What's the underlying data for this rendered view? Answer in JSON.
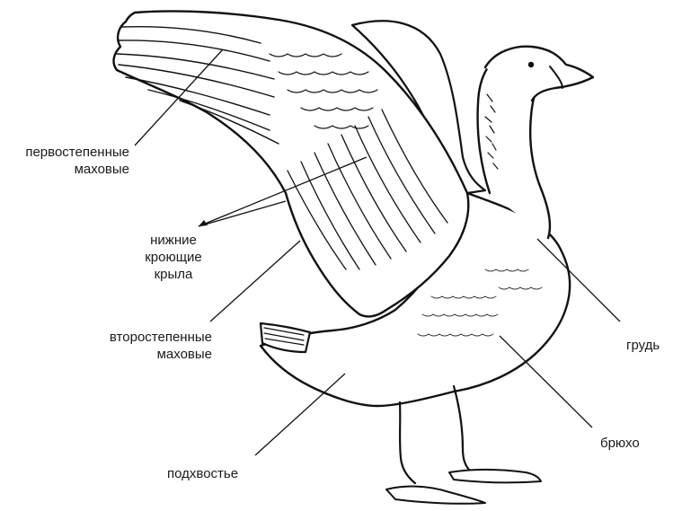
{
  "labels": {
    "primaries": [
      "первостепенные",
      "маховые"
    ],
    "underwing_coverts": [
      "нижние",
      "кроющие",
      "крыла"
    ],
    "secondaries": [
      "второстепенные",
      "маховые"
    ],
    "undertail": "подхвостье",
    "breast": "грудь",
    "belly": "брюхо"
  }
}
